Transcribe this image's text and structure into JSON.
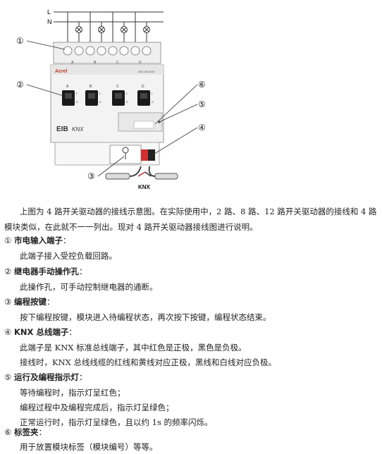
{
  "figure": {
    "line_l": "L",
    "line_n": "N",
    "callouts": [
      "①",
      "②",
      "③",
      "④",
      "⑤",
      "⑥"
    ],
    "terminal_letters": [
      "A",
      "B",
      "C",
      "D"
    ],
    "channel_labels": [
      "A",
      "B",
      "C",
      "D"
    ],
    "brand": "Acrel",
    "model": "ASL100-8/16",
    "mark_eib": "EIB",
    "mark_knx": "KNX",
    "bus_label": "KNX",
    "switch_on": "I",
    "switch_off": "0"
  },
  "intro": "上图为 4 路开关驱动器的接线示意图。在实际使用中，2 路、8 路、12 路开关驱动器的接线和 4 路模块类似，在此就不一一列出。现对 4 路开关驱动器接线图进行说明。",
  "items": [
    {
      "num": "①",
      "title": "市电输入端子",
      "colon": "：",
      "lines": [
        "此端子接入受控负载回路。"
      ]
    },
    {
      "num": "②",
      "title": "继电器手动操作孔",
      "colon": "：",
      "lines": [
        "此操作孔，可手动控制继电器的通断。"
      ]
    },
    {
      "num": "③",
      "title": "编程按键",
      "colon": "：",
      "lines": [
        "按下编程按键，模块进入待编程状态，再次按下按键，编程状态结束。"
      ]
    },
    {
      "num": "④",
      "title": "KNX 总线端子",
      "colon": "：",
      "lines": [
        "此端子是 KNX 标准总线端子，其中红色是正极，黑色是负极。",
        "接线时，KNX 总线线缆的红线和黄线对应正极，黑线和白线对应负极。"
      ]
    },
    {
      "num": "⑤",
      "title": "运行及编程指示灯",
      "colon": "：",
      "lines": [
        "等待编程时，指示灯呈红色；",
        "编程过程中及编程完成后，指示灯呈绿色；",
        "正常运行时，指示灯呈绿色，且以约 1s 的频率闪烁。"
      ]
    },
    {
      "num": "⑥",
      "title": "标签夹",
      "colon": "：",
      "lines": [
        "用于放置模块标签（模块编号）等等。"
      ]
    }
  ]
}
